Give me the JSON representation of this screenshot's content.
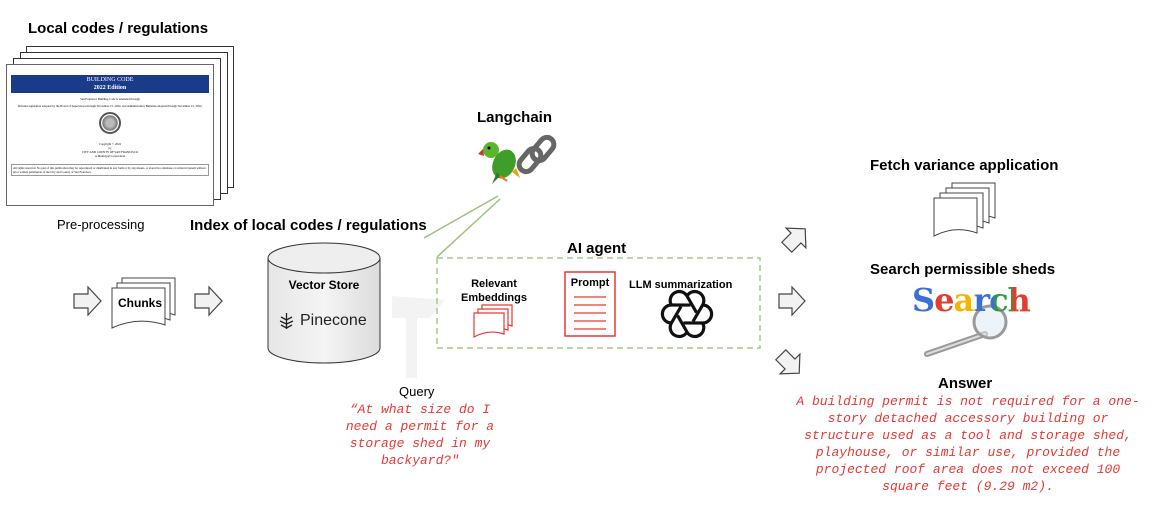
{
  "local_codes": {
    "title": "Local codes / regulations",
    "doc_heading": "BUILDING CODE",
    "doc_edition": "2022 Edition",
    "doc_line1": "San Francisco Building Code is amended through",
    "doc_line2": "Includes legislation adopted by the Board of Supervisors through November 15, 2022, and Administrative Bulletins adopted through November 15, 2022.",
    "doc_copyright": "Copyright © 2022",
    "doc_by": "by",
    "doc_city": "CITY AND COUNTY OF SAN FRANCISCO",
    "doc_corp": "A Municipal Corporation",
    "doc_footer": "All rights reserved. No part of this publication may be reproduced or distributed in any form or by any means, or stored in a database or retrieval system without prior written permission of the City and County of San Francisco."
  },
  "preprocessing": {
    "label": "Pre-processing",
    "chunks_label": "Chunks"
  },
  "index": {
    "title": "Index of local codes / regulations",
    "store_label": "Vector Store",
    "pinecone_label": "Pinecone"
  },
  "langchain": {
    "title": "Langchain"
  },
  "agent": {
    "title": "AI agent",
    "embeddings_label": "Relevant Embeddings",
    "prompt_label": "Prompt",
    "llm_label": "LLM summarization"
  },
  "query": {
    "label": "Query",
    "text": "“At what size do I need a permit for a storage shed in my backyard?\""
  },
  "outputs": {
    "fetch_label": "Fetch variance application",
    "search_label": "Search permissible sheds",
    "search_word": "Search",
    "answer_label": "Answer",
    "answer_text": "A building permit is not required for a one-story detached accessory building or structure used as a tool and storage shed, playhouse, or similar use, provided the projected roof area does not exceed 100 square feet (9.29 m2)."
  },
  "colors": {
    "accent_red": "#e53935",
    "dashed_green": "#a8c98a",
    "doc_blue": "#1a3a8a",
    "line_green": "#9bc27a"
  }
}
